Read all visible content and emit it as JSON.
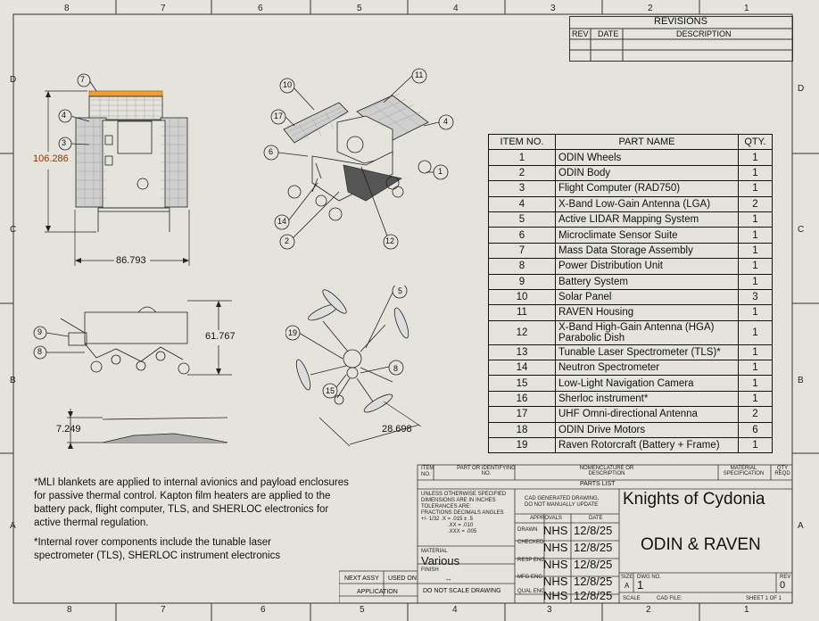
{
  "zones": {
    "top": [
      "8",
      "7",
      "6",
      "5",
      "4",
      "3",
      "2",
      "1"
    ],
    "side": [
      "D",
      "C",
      "B",
      "A"
    ]
  },
  "revisions": {
    "title": "REVISIONS",
    "cols": [
      "REV",
      "DATE",
      "DESCRIPTION"
    ]
  },
  "bom": {
    "headers": [
      "ITEM NO.",
      "PART NAME",
      "QTY."
    ],
    "rows": [
      {
        "no": "1",
        "name": "ODIN Wheels",
        "qty": "1"
      },
      {
        "no": "2",
        "name": "ODIN Body",
        "qty": "1"
      },
      {
        "no": "3",
        "name": "Flight Computer (RAD750)",
        "qty": "1"
      },
      {
        "no": "4",
        "name": "X-Band Low-Gain Antenna (LGA)",
        "qty": "2"
      },
      {
        "no": "5",
        "name": "Active LIDAR Mapping System",
        "qty": "1"
      },
      {
        "no": "6",
        "name": "Microclimate Sensor Suite",
        "qty": "1"
      },
      {
        "no": "7",
        "name": "Mass Data Storage Assembly",
        "qty": "1"
      },
      {
        "no": "8",
        "name": "Power Distribution Unit",
        "qty": "1"
      },
      {
        "no": "9",
        "name": "Battery System",
        "qty": "1"
      },
      {
        "no": "10",
        "name": "Solar Panel",
        "qty": "3"
      },
      {
        "no": "11",
        "name": "RAVEN Housing",
        "qty": "1"
      },
      {
        "no": "12",
        "name": "X-Band High-Gain Antenna (HGA) Parabolic Dish",
        "qty": "1"
      },
      {
        "no": "13",
        "name": "Tunable Laser Spectrometer (TLS)*",
        "qty": "1"
      },
      {
        "no": "14",
        "name": "Neutron Spectrometer",
        "qty": "1"
      },
      {
        "no": "15",
        "name": "Low-Light Navigation Camera",
        "qty": "1"
      },
      {
        "no": "16",
        "name": "Sherloc instrument*",
        "qty": "1"
      },
      {
        "no": "17",
        "name": "UHF Omni-directional Antenna",
        "qty": "2"
      },
      {
        "no": "18",
        "name": "ODIN Drive Motors",
        "qty": "6"
      },
      {
        "no": "19",
        "name": "Raven Rotorcraft (Battery + Frame)",
        "qty": "1"
      }
    ]
  },
  "dimensions": {
    "height_front": "106.286",
    "width_front": "86.793",
    "height_side": "61.767",
    "heli_height": "7.249",
    "heli_span": "28.698"
  },
  "balloons": {
    "front": [
      "7",
      "4",
      "3"
    ],
    "iso": [
      "10",
      "11",
      "17",
      "4",
      "6",
      "1",
      "14",
      "2",
      "12"
    ],
    "side": [
      "9",
      "8"
    ],
    "heli": [
      "5",
      "19",
      "8",
      "15"
    ]
  },
  "notes": {
    "mli": "*MLI blankets are applied to internal avionics and payload enclosures for passive thermal control. Kapton film heaters are applied to the battery pack, flight computer, TLS, and SHERLOC electronics for active thermal regulation.",
    "internal": "*Internal rover components include the tunable laser spectrometer (TLS), SHERLOC instrument electronics"
  },
  "title_block": {
    "parts_header": [
      "ITEM NO.",
      "PART OR IDENTIFYING NO.",
      "NOMENCLATURE OR DESCRIPTION",
      "MATERIAL SPECIFICATION",
      "QTY REQD"
    ],
    "parts_list": "PARTS LIST",
    "tolerance_lines": [
      "UNLESS OTHERWISE SPECIFIED",
      "DIMENSIONS ARE IN INCHES",
      "TOLERANCES ARE:",
      "FRACTIONS  DECIMALS  ANGLES",
      "+/- 1/32  .X = .015  ± .5",
      "          .XX = .010",
      "          .XXX = .005"
    ],
    "cad_lines": [
      "CAD GENERATED DRAWING,",
      "DO NOT MANUALLY UPDATE"
    ],
    "approvals": "APPROVALS",
    "date": "DATE",
    "rows": [
      {
        "role": "DRAWN",
        "name": "NHS",
        "date": "12/8/25"
      },
      {
        "role": "CHECKED",
        "name": "NHS",
        "date": "12/8/25"
      },
      {
        "role": "RESP ENG",
        "name": "NHS",
        "date": "12/8/25"
      },
      {
        "role": "MFG ENG",
        "name": "NHS",
        "date": "12/8/25"
      },
      {
        "role": "QUAL ENG",
        "name": "NHS",
        "date": "12/8/25"
      }
    ],
    "material_label": "MATERIAL",
    "material": "Various",
    "finish_label": "FINISH",
    "finish": "--",
    "no_scale": "DO NOT SCALE DRAWING",
    "next_assy": "NEXT ASSY",
    "used_on": "USED ON",
    "application": "APPLICATION",
    "company": "Knights of Cydonia",
    "title": "ODIN & RAVEN",
    "size_label": "SIZE",
    "size": "A",
    "dwg_label": "DWG NO.",
    "dwg": "1",
    "rev_label": "REV",
    "rev": "0",
    "scale_label": "SCALE",
    "cad_file": "CAD FILE:",
    "sheet": "SHEET  1  OF  1"
  }
}
